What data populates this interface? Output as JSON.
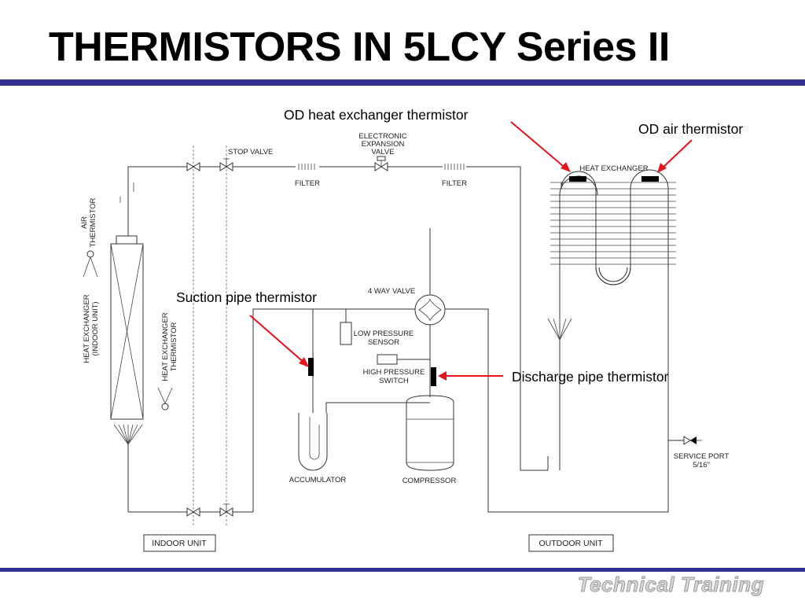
{
  "slide": {
    "title": "THERMISTORS IN 5LCY Series II",
    "footer": "Technical Training"
  },
  "callouts": {
    "od_hx": "OD heat exchanger thermistor",
    "od_air": "OD air thermistor",
    "suction": "Suction pipe thermistor",
    "discharge": "Discharge pipe thermistor"
  },
  "labels": {
    "stop_valve": "STOP VALVE",
    "eev_1": "ELECTRONIC",
    "eev_2": "EXPANSION",
    "eev_3": "VALVE",
    "filter_1": "FILTER",
    "filter_2": "FILTER",
    "heat_exchanger": "HEAT EXCHANGER",
    "four_way": "4 WAY VALVE",
    "lp_1": "LOW PRESSURE",
    "lp_2": "SENSOR",
    "hp_1": "HIGH PRESSURE",
    "hp_2": "SWITCH",
    "accumulator": "ACCUMULATOR",
    "compressor": "COMPRESSOR",
    "service_1": "SERVICE PORT",
    "service_2": "5/16\"",
    "air_1": "AIR",
    "air_2": "THERMISTOR",
    "ihx_1": "HEAT EXCHANGER",
    "ihx_2": "(INDOOR UNIT)",
    "ihx_th_1": "HEAT EXCHANGER",
    "ihx_th_2": "THERMISTOR",
    "indoor_unit": "INDOOR UNIT",
    "outdoor_unit": "OUTDOOR UNIT"
  },
  "colors": {
    "accent_rule": "#2e3192",
    "callout_arrow": "#e8141b"
  }
}
